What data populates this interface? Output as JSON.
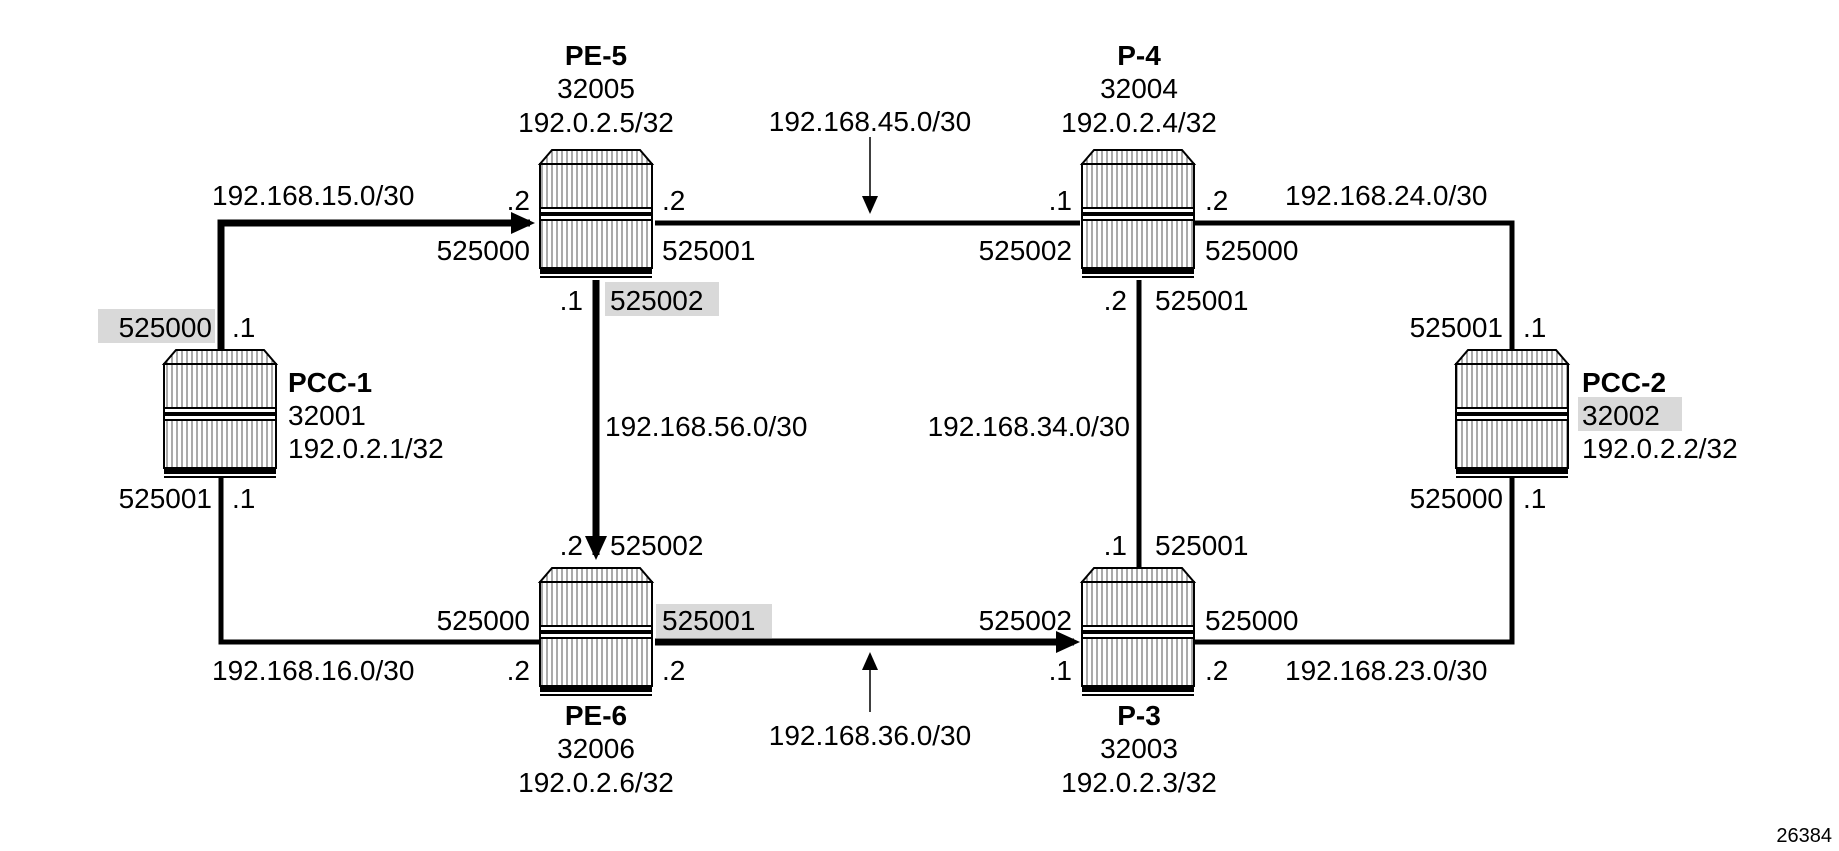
{
  "nodes": {
    "pe5": {
      "name": "PE-5",
      "sid": "32005",
      "ip": "192.0.2.5/32"
    },
    "p4": {
      "name": "P-4",
      "sid": "32004",
      "ip": "192.0.2.4/32"
    },
    "pcc1": {
      "name": "PCC-1",
      "sid": "32001",
      "ip": "192.0.2.1/32"
    },
    "pcc2": {
      "name": "PCC-2",
      "sid": "32002",
      "ip": "192.0.2.2/32"
    },
    "pe6": {
      "name": "PE-6",
      "sid": "32006",
      "ip": "192.0.2.6/32"
    },
    "p3": {
      "name": "P-3",
      "sid": "32003",
      "ip": "192.0.2.3/32"
    }
  },
  "subnets": {
    "s15": "192.168.15.0/30",
    "s45": "192.168.45.0/30",
    "s24": "192.168.24.0/30",
    "s56": "192.168.56.0/30",
    "s34": "192.168.34.0/30",
    "s16": "192.168.16.0/30",
    "s36": "192.168.36.0/30",
    "s23": "192.168.23.0/30"
  },
  "interfaces": {
    "pe5_left_addr": ".2",
    "pe5_right_addr": ".2",
    "pe5_left_label": "525000",
    "pe5_right_label": "525001",
    "pe5_bottom_addr": ".1",
    "pe5_bottom_label": "525002",
    "p4_left_addr": ".1",
    "p4_right_addr": ".2",
    "p4_left_label": "525002",
    "p4_right_label": "525000",
    "p4_bottom_addr": ".2",
    "p4_bottom_label": "525001",
    "pcc1_top_label": "525000",
    "pcc1_top_addr": ".1",
    "pcc1_bottom_label": "525001",
    "pcc1_bottom_addr": ".1",
    "pcc2_top_label": "525001",
    "pcc2_top_addr": ".1",
    "pcc2_bottom_label": "525000",
    "pcc2_bottom_addr": ".1",
    "pe6_top_addr": ".2",
    "pe6_top_label": "525002",
    "pe6_left_label": "525000",
    "pe6_right_label": "525001",
    "pe6_left_addr": ".2",
    "pe6_right_addr": ".2",
    "p3_top_addr": ".1",
    "p3_top_label": "525001",
    "p3_left_label": "525002",
    "p3_right_label": "525000",
    "p3_left_addr": ".1",
    "p3_right_addr": ".2"
  },
  "figure_id": "26384"
}
